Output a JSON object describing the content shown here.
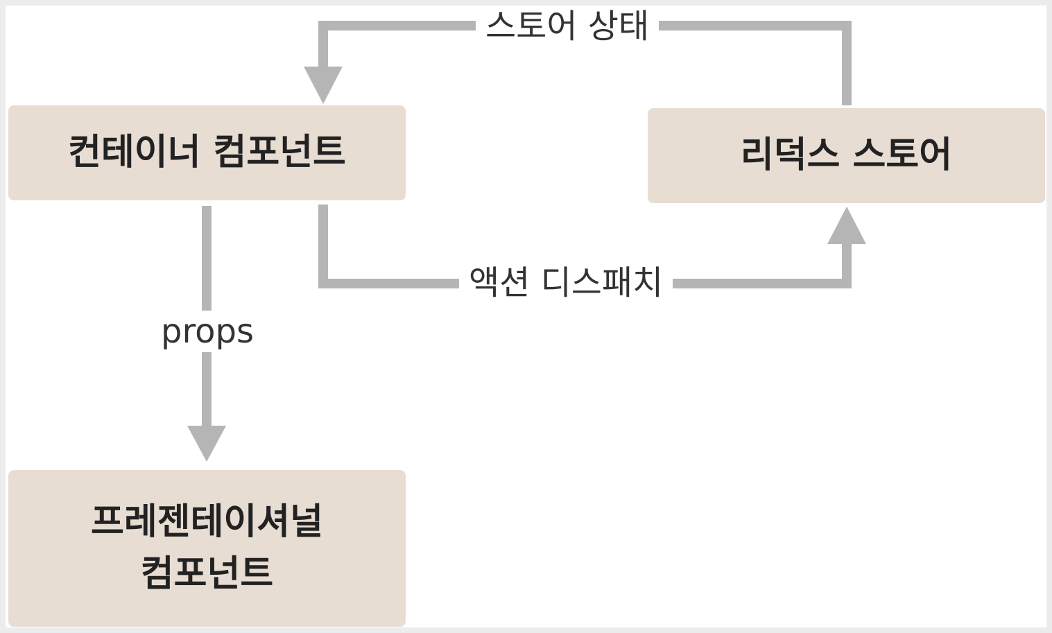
{
  "colors": {
    "box_fill": "#e8ddd3",
    "arrow": "#b5b5b5",
    "text": "#222222"
  },
  "nodes": {
    "container": "컨테이너 컴포넌트",
    "store": "리덕스 스토어",
    "presentational": "프레젠테이셔널\n컴포넌트"
  },
  "edges": {
    "store_state": "스토어 상태",
    "dispatch": "액션 디스패치",
    "props": "props"
  }
}
